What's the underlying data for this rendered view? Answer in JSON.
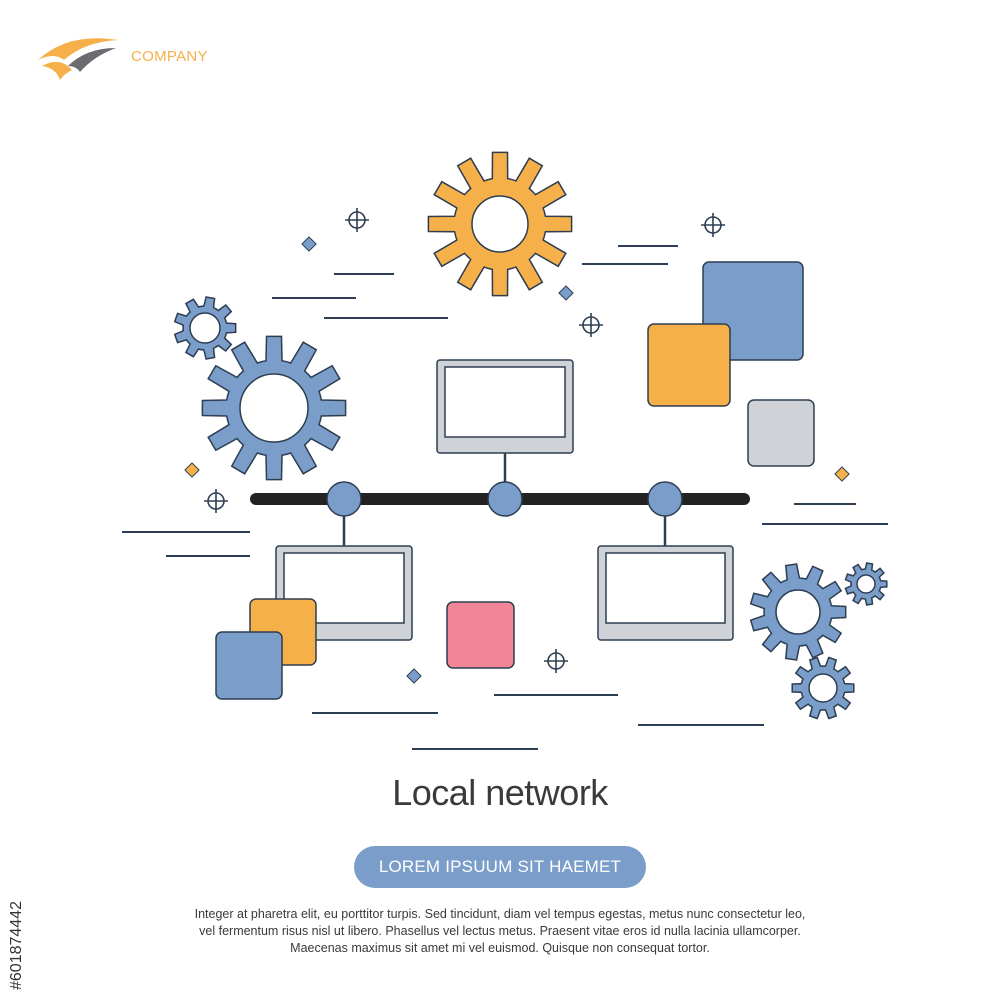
{
  "logo": {
    "text": "COMPANY",
    "colors": {
      "primary": "#f6b04a",
      "secondary": "#6b6b70"
    }
  },
  "headline": "Local network",
  "cta_label": "LOREM IPSUUM SIT HAEMET",
  "body_lines": [
    "Integer at pharetra elit, eu porttitor turpis. Sed tincidunt, diam vel tempus egestas, metus nunc consectetur leo,",
    "vel fermentum risus nisl ut libero. Phasellus vel lectus metus. Praesent vitae eros id nulla lacinia ullamcorper.",
    "Maecenas maximus sit amet mi vel euismod. Quisque non consequat tortor."
  ],
  "stock_id": "#601874442",
  "palette": {
    "blue": "#7b9dc9",
    "orange": "#f6b04a",
    "gray": "#cfd2d6",
    "pink": "#f28596",
    "outline": "#2d3e52",
    "bus": "#222222",
    "monitor_frame": "#cfd2d6"
  }
}
